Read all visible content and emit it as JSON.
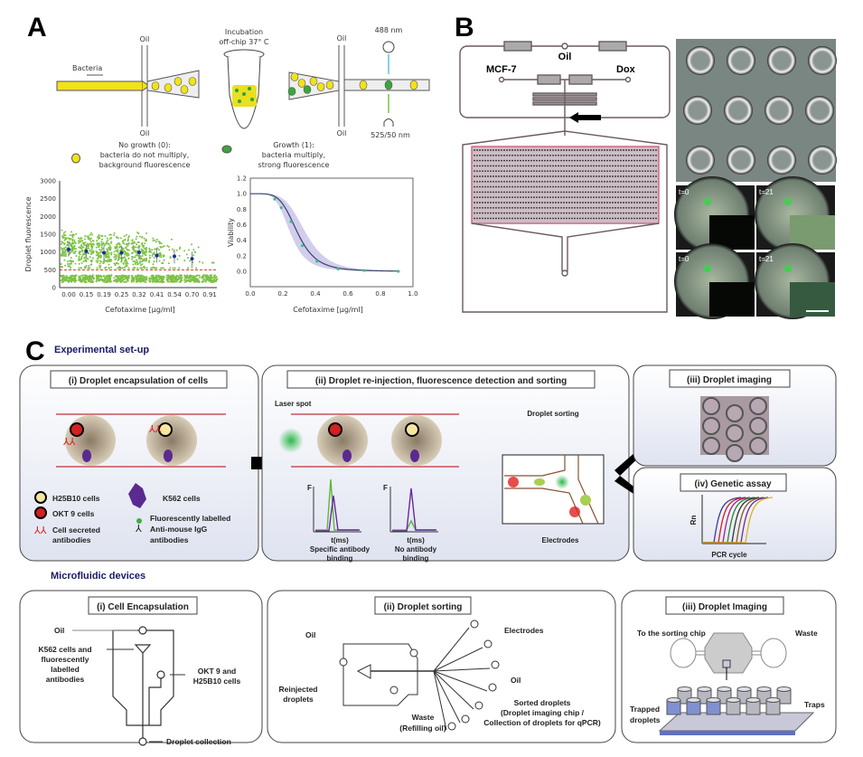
{
  "panel_a": {
    "label": "A",
    "oil_top_1": "Oil",
    "oil_bottom_1": "Oil",
    "bacteria": "Bacteria",
    "incubation_line1": "Incubation",
    "incubation_line2": "off-chip 37° C",
    "oil_top_2": "Oil",
    "oil_bottom_2": "Oil",
    "excitation": "488 nm",
    "emission": "525/50 nm",
    "no_growth": [
      "No growth (0):",
      "bacteria do not multiply,",
      "background fluorescence"
    ],
    "growth": [
      "Growth (1):",
      "bacteria multiply,",
      "strong fluorescence"
    ],
    "colors": {
      "no_growth": "#f2e21a",
      "growth": "#3aa63a"
    }
  },
  "chart_data": [
    {
      "type": "scatter",
      "ylabel": "Droplet fluorescence",
      "xlabel": "Cefotaxime [µg/ml]",
      "categories": [
        "0.00",
        "0.15",
        "0.19",
        "0.25",
        "0.32",
        "0.41",
        "0.54",
        "0.70",
        "0.91"
      ],
      "means": [
        1070,
        1020,
        980,
        980,
        990,
        900,
        880,
        810,
        null
      ],
      "threshold": 500,
      "ylim": [
        0,
        3000
      ],
      "yticks": [
        "0",
        "500",
        "1000",
        "1500",
        "2000",
        "2500",
        "3000"
      ],
      "colors": {
        "points": "#7cc242",
        "mean": "#1a2fa0",
        "threshold": "#e03030"
      }
    },
    {
      "type": "line",
      "ylabel": "Viability",
      "xlabel": "Cefotaxime [µg/ml]",
      "x": [
        0.15,
        0.19,
        0.25,
        0.32,
        0.41,
        0.54,
        0.7,
        0.91
      ],
      "y": [
        0.93,
        0.82,
        0.64,
        0.33,
        0.13,
        0.03,
        0.01,
        0.0
      ],
      "xlim": [
        0.0,
        1.0
      ],
      "ylim": [
        -0.2,
        1.2
      ],
      "xticks": [
        "0.0",
        "0.2",
        "0.4",
        "0.6",
        "0.8",
        "1.0"
      ],
      "yticks": [
        "0.0",
        "0.2",
        "0.4",
        "0.6",
        "0.8",
        "1.0",
        "1.2"
      ],
      "colors": {
        "fit": "#334466",
        "band": "#c8c0e8",
        "points": "#3cc08a"
      }
    }
  ],
  "panel_b": {
    "label": "B",
    "oil": "Oil",
    "inlet_left": "MCF-7",
    "inlet_right": "Dox",
    "time_labels": [
      "t=0",
      "t=21",
      "t=0",
      "t=21"
    ]
  },
  "panel_c": {
    "label": "C",
    "setup_title": "Experimental set-up",
    "box1": {
      "title": "(i) Droplet encapsulation of cells",
      "legend": {
        "h25b10": "H25B10 cells",
        "k562": "K562 cells",
        "okt9": "OKT 9 cells",
        "secreted": [
          "Cell secreted",
          "antibodies"
        ],
        "labelled": [
          "Fluorescently labelled",
          "Anti-mouse IgG",
          "antibodies"
        ]
      }
    },
    "box2": {
      "title": "(ii) Droplet re-injection, fluorescence detection and sorting",
      "laser_spot": "Laser spot",
      "sorting": "Droplet sorting",
      "electrodes": "Electrodes",
      "f_axis": "F",
      "t_axis": "t(ms)",
      "specific": [
        "Specific antibody",
        "binding"
      ],
      "none": [
        "No antibody",
        "binding"
      ]
    },
    "box3": {
      "title": "(iii) Droplet imaging"
    },
    "box4": {
      "title": "(iv) Genetic assay",
      "yaxis": "Rn",
      "xaxis": "PCR cycle"
    },
    "devices_title": "Microfluidic devices",
    "dev1": {
      "title": "(i) Cell Encapsulation",
      "oil": "Oil",
      "k562": [
        "K562 cells and",
        "fluorescently",
        "labelled",
        "antibodies"
      ],
      "okt9": [
        "OKT 9 and",
        "H25B10 cells"
      ],
      "collection": "Droplet collection"
    },
    "dev2": {
      "title": "(ii) Droplet sorting",
      "oil_left": "Oil",
      "electrodes": "Electrodes",
      "oil_right": "Oil",
      "reinjected": [
        "Reinjected",
        "droplets"
      ],
      "waste": [
        "Waste",
        "(Refilling oil)"
      ],
      "sorted": [
        "Sorted droplets",
        "(Droplet imaging chip /",
        "Collection of droplets for qPCR)"
      ]
    },
    "dev3": {
      "title": "(iii) Droplet Imaging",
      "to_sorting": "To the sorting chip",
      "waste": "Waste",
      "trapped": [
        "Trapped",
        "droplets"
      ],
      "traps": "Traps"
    },
    "colors": {
      "box_bg": "#eef0f8",
      "channel": "#c0303a",
      "heading": "#1a1a66",
      "okt9": "#d42020",
      "h25b10": "#f6e7a0",
      "k562": "#5a2a90"
    }
  }
}
